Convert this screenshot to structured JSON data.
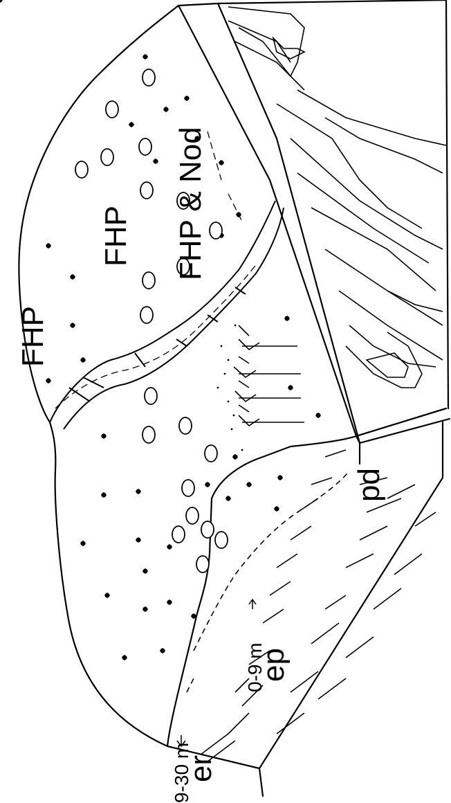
{
  "labels": {
    "fhp_top": "FHP",
    "fhp_mid": "FHP",
    "fhp_nod": "FHP & Nod",
    "depth_er": "9-30 m",
    "depth_ep": "0-9 m",
    "er": "er",
    "ep": "ep",
    "pd": "pd"
  },
  "colors": {
    "ink": "#000000",
    "paper": "#ffffff"
  }
}
